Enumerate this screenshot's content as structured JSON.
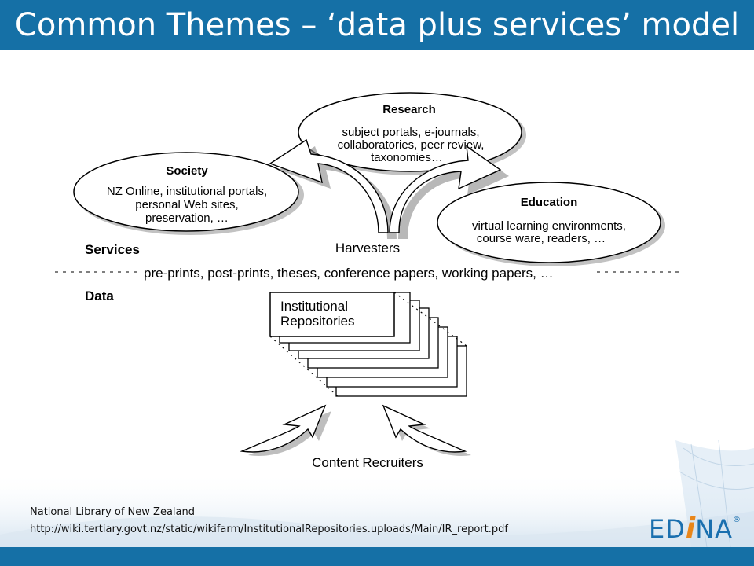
{
  "title": "Common Themes – ‘data plus services’ model",
  "diagram": {
    "research": {
      "heading": "Research",
      "lines": [
        "subject portals, e-journals,",
        "collaboratories, peer review,",
        "taxonomies…"
      ]
    },
    "society": {
      "heading": "Society",
      "lines": [
        "NZ Online, institutional portals,",
        "personal Web sites,",
        "preservation, …"
      ]
    },
    "education": {
      "heading": "Education",
      "lines": [
        "virtual learning environments,",
        "course ware, readers, …"
      ]
    },
    "harvesters": "Harvesters",
    "services": "Services",
    "data": "Data",
    "content_types": "pre-prints, post-prints, theses, conference papers, working papers, …",
    "repository_lines": [
      "Institutional",
      "Repositories"
    ],
    "content_recruiters": "Content Recruiters"
  },
  "credit": {
    "org": "National Library of New Zealand",
    "url": "http://wiki.tertiary.govt.nz/static/wikifarm/InstitutionalRepositories.uploads/Main/IR_report.pdf"
  },
  "logo": {
    "text_left": "ED",
    "text_i": "i",
    "text_right": "NA",
    "registered": "®"
  },
  "colors": {
    "header": "#1570a6",
    "logo_blue": "#1a6faf",
    "logo_orange": "#e9861a"
  }
}
